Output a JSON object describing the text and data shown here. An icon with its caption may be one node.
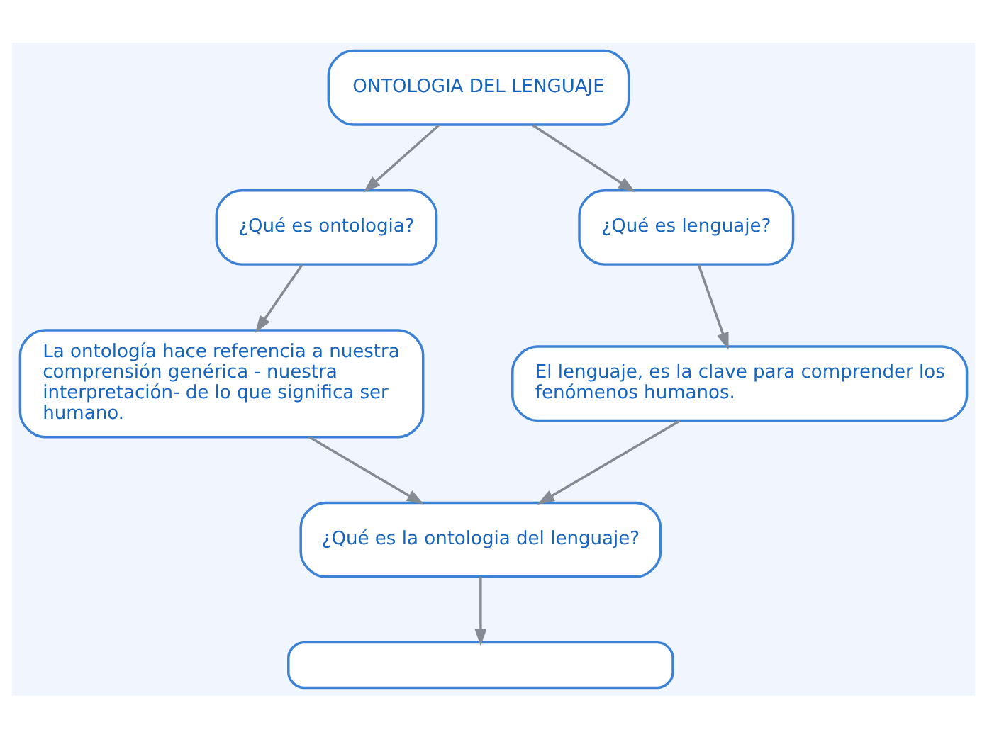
{
  "diagram": {
    "nodes": [
      {
        "text": [
          "ONTOLOGIA DEL LENGUAJE"
        ]
      },
      {
        "text": [
          "¿Qué es ontologia?"
        ]
      },
      {
        "text": [
          "¿Qué es lenguaje?"
        ]
      },
      {
        "text": [
          "La ontología hace referencia a nuestra comprensión genérica - nuestra interpretación- de lo que significa ser humano."
        ]
      },
      {
        "text": [
          "El lenguaje, es la clave para comprender los fenómenos humanos."
        ]
      },
      {
        "text": [
          "¿Qué es la ontologia del lenguaje?"
        ]
      },
      {
        "text": [],
        "shape": "box"
      }
    ],
    "edges": [
      {
        "from": 0,
        "to": 1,
        "arrow": "to"
      },
      {
        "from": 0,
        "to": 2,
        "arrow": "to"
      },
      {
        "from": 1,
        "to": 3,
        "arrow": "to"
      },
      {
        "from": 2,
        "to": 4,
        "arrow": "to"
      },
      {
        "from": 3,
        "to": 5,
        "arrow": "to"
      },
      {
        "from": 4,
        "to": 5,
        "arrow": "to"
      },
      {
        "from": 5,
        "to": 6,
        "arrow": "to"
      }
    ]
  }
}
